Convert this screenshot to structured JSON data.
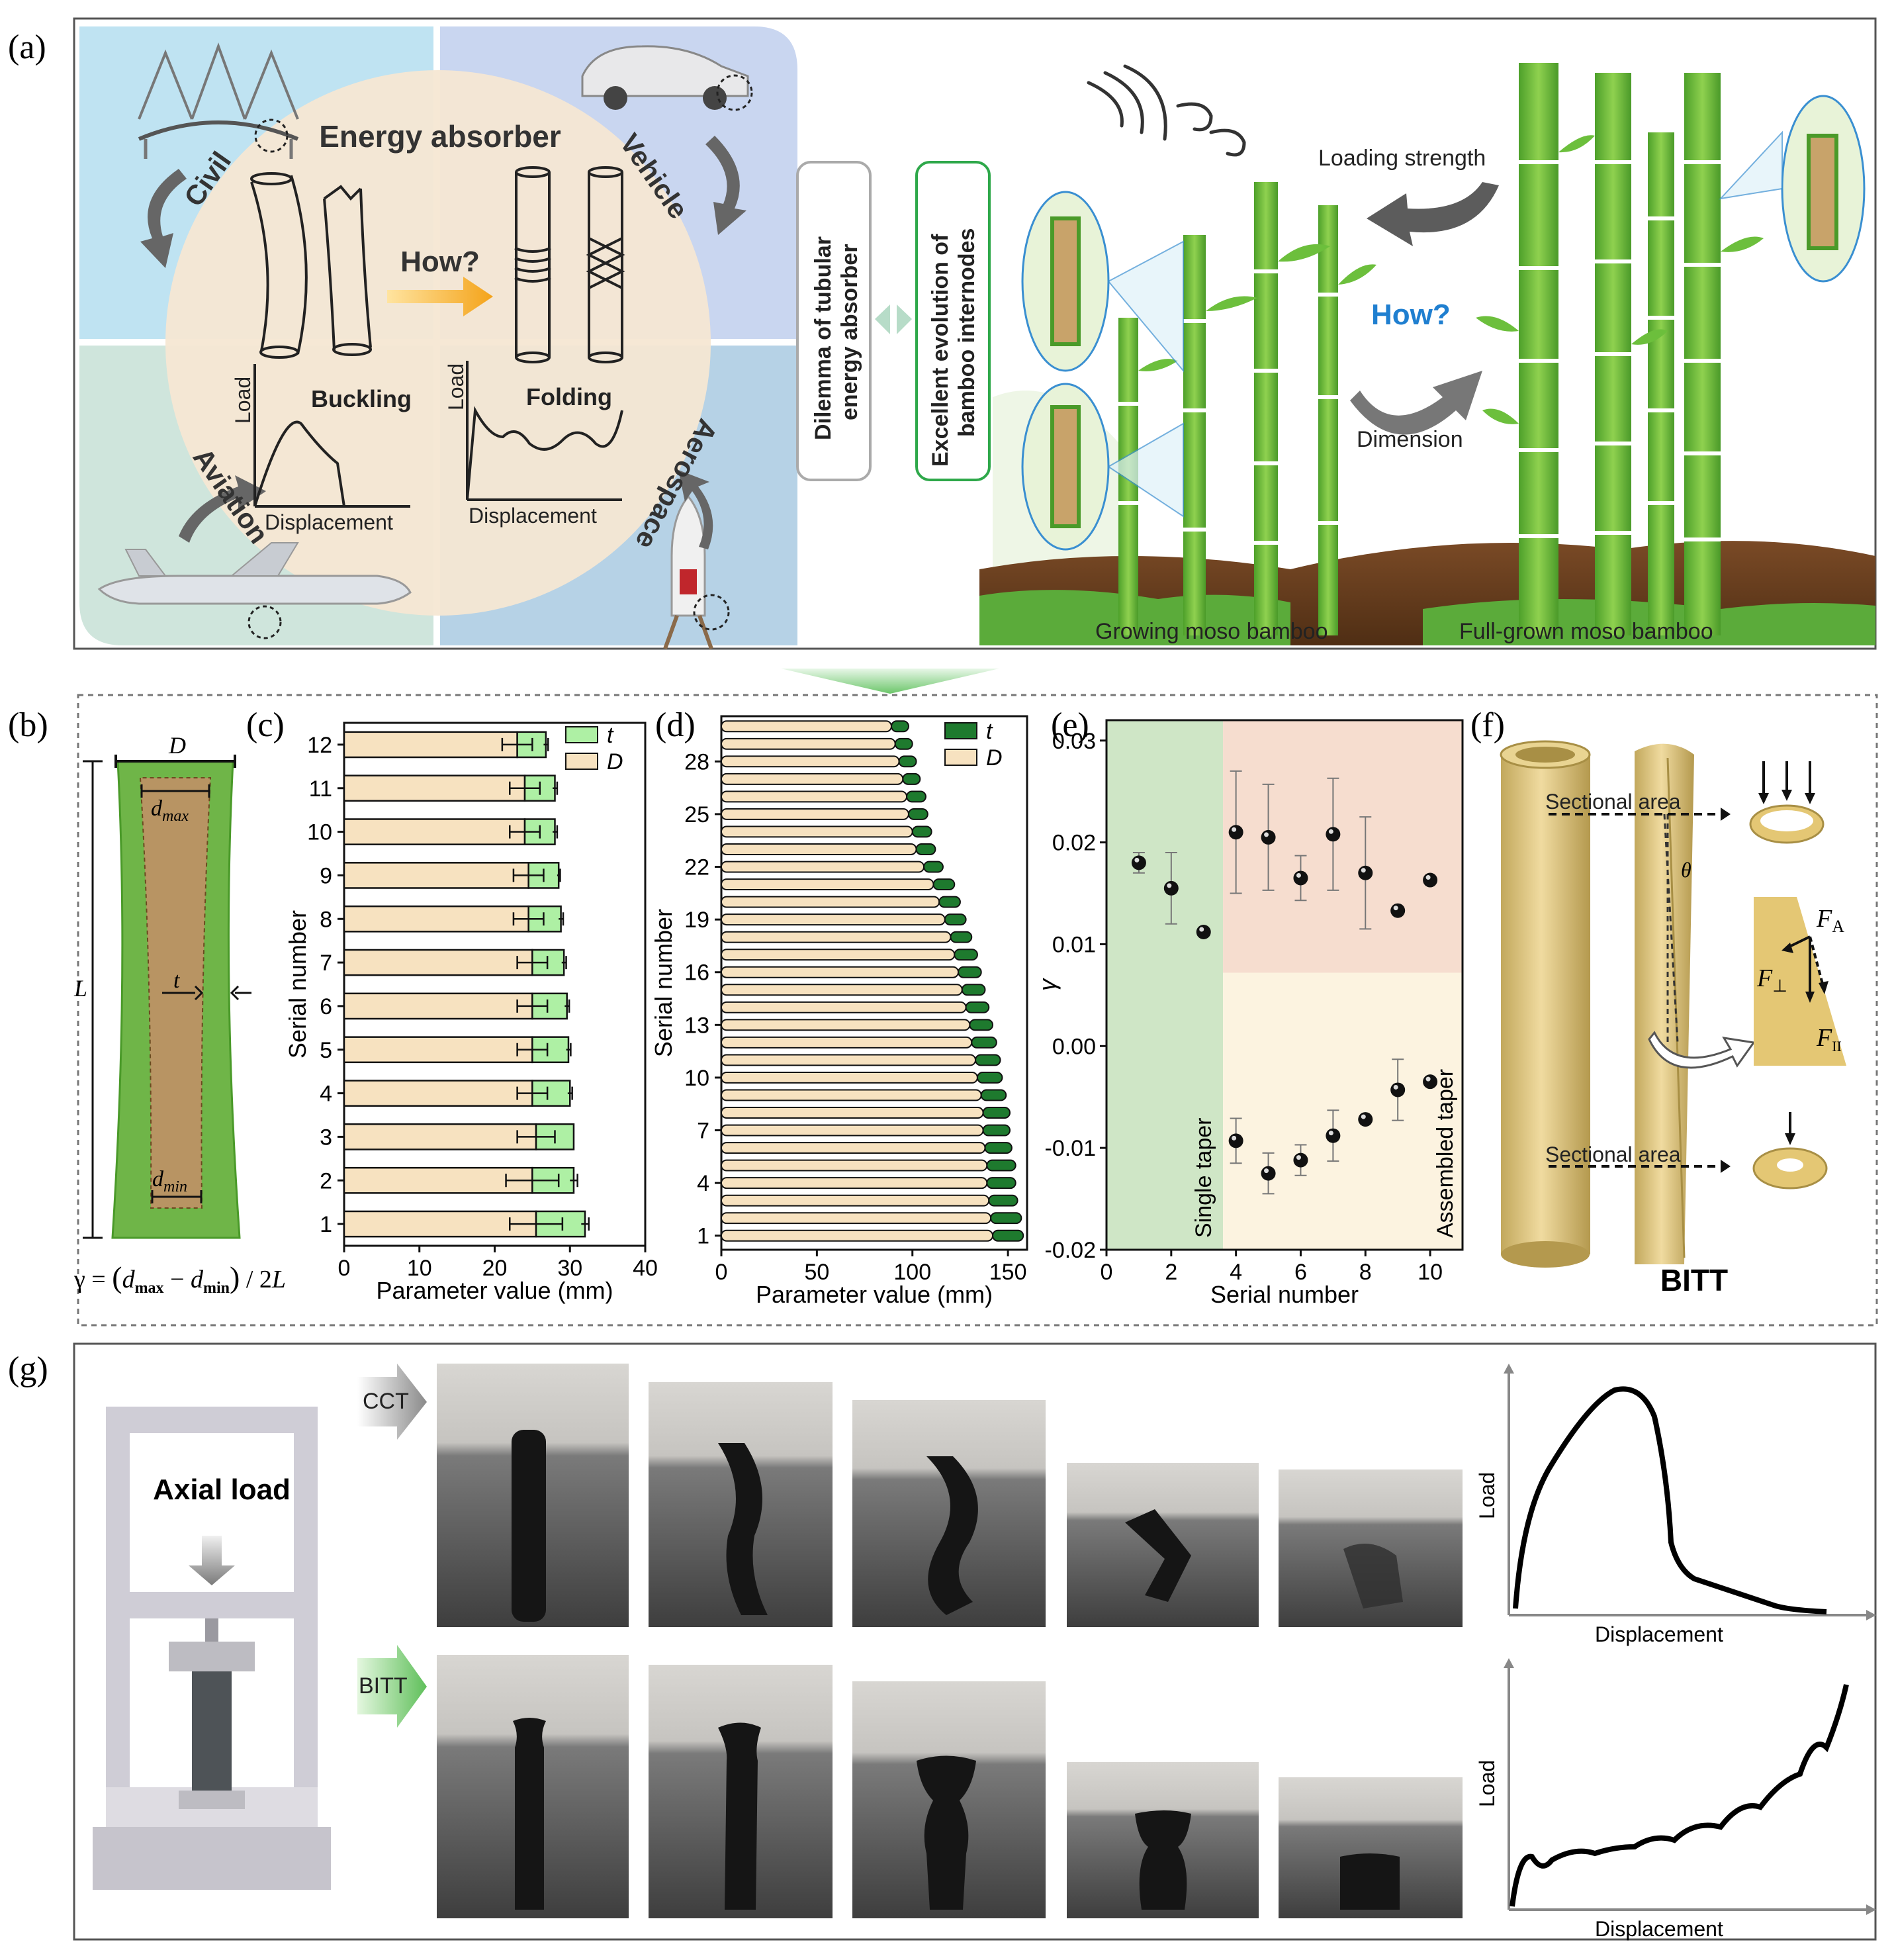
{
  "panel_labels": {
    "a": "(a)",
    "b": "(b)",
    "c": "(c)",
    "d": "(d)",
    "e": "(e)",
    "f": "(f)",
    "g": "(g)"
  },
  "panel_a": {
    "circle_title": "Energy absorber",
    "how_left": "How?",
    "buckling": "Buckling",
    "folding": "Folding",
    "load": "Load",
    "displacement": "Displacement",
    "sectors": {
      "civil": "Civil",
      "vehicle": "Vehicle",
      "aviation": "Aviation",
      "aerospace": "Aerospace"
    },
    "box_dilemma": [
      "Dilemma of tubular",
      "energy absorber"
    ],
    "box_excellent": [
      "Excellent evolution of",
      "bamboo internodes"
    ],
    "loading_strength": "Loading strength",
    "how_right": "How?",
    "dimension": "Dimension",
    "growing": "Growing moso bamboo",
    "fullgrown": "Full-grown moso bamboo"
  },
  "panel_b": {
    "D": "D",
    "dmax": "d",
    "dmax_sub": "max",
    "dmin": "d",
    "dmin_sub": "min",
    "t": "t",
    "L": "L",
    "formula": "γ = (d",
    "formula_parts": [
      "γ = ",
      "(",
      "d",
      "max",
      " − ",
      "d",
      "min",
      ")",
      " / 2",
      "L"
    ]
  },
  "chart_data": [
    {
      "panel": "c",
      "type": "bar",
      "xlabel": "Parameter value (mm)",
      "ylabel": "Serial number",
      "xlim": [
        0,
        40
      ],
      "xticks": [
        0,
        10,
        20,
        30,
        40
      ],
      "categories": [
        1,
        2,
        3,
        4,
        5,
        6,
        7,
        8,
        9,
        10,
        11,
        12
      ],
      "series": [
        {
          "name": "t",
          "values": [
            6.5,
            5.5,
            5.0,
            5.0,
            4.8,
            4.6,
            4.2,
            4.3,
            4.0,
            4.0,
            4.0,
            3.8
          ]
        },
        {
          "name": "D",
          "values": [
            25.5,
            25.0,
            25.5,
            25.0,
            25.0,
            25.0,
            25.0,
            24.5,
            24.5,
            24.0,
            24.0,
            23.0
          ]
        }
      ],
      "errors": {
        "D": [
          3.5,
          3.5,
          2.5,
          2.0,
          2.0,
          2.0,
          2.0,
          2.0,
          2.0,
          2.0,
          2.0,
          2.0
        ],
        "total": [
          0.5,
          0.5,
          0,
          0.3,
          0.3,
          0.3,
          0.3,
          0.3,
          0.2,
          0.3,
          0.3,
          0.3
        ]
      },
      "legend": [
        "t",
        "D"
      ],
      "legend_position": "top-right"
    },
    {
      "panel": "d",
      "type": "bar",
      "xlabel": "Parameter value (mm)",
      "ylabel": "Serial number",
      "xlim": [
        0,
        160
      ],
      "xticks": [
        0,
        50,
        100,
        150
      ],
      "yticklabels": [
        1,
        4,
        7,
        10,
        13,
        16,
        19,
        22,
        25,
        28
      ],
      "n_bars": 30,
      "series": [
        {
          "name": "t",
          "values": [
            16,
            16,
            15,
            15,
            15,
            14,
            14,
            14,
            13,
            13,
            13,
            13,
            12,
            12,
            12,
            12,
            12,
            11,
            11,
            11,
            11,
            10,
            10,
            10,
            10,
            10,
            9,
            9,
            9,
            9
          ]
        },
        {
          "name": "D",
          "values": [
            142,
            141,
            140,
            139,
            139,
            138,
            137,
            137,
            136,
            134,
            133,
            131,
            130,
            128,
            126,
            124,
            122,
            120,
            117,
            114,
            111,
            106,
            102,
            100,
            98,
            97,
            95,
            93,
            91,
            89
          ]
        }
      ],
      "legend": [
        "t",
        "D"
      ],
      "legend_position": "top-right"
    },
    {
      "panel": "e",
      "type": "scatter",
      "xlabel": "Serial number",
      "ylabel": "γ",
      "xlim": [
        0,
        11
      ],
      "ylim": [
        -0.02,
        0.032
      ],
      "xticks": [
        0,
        2,
        4,
        6,
        8,
        10
      ],
      "yticks": [
        0.03,
        0.02,
        0.01,
        0.0,
        -0.01,
        -0.02
      ],
      "yticklabels": [
        "0.03",
        "0.02",
        "0.01",
        "0.00",
        "-0.01",
        "-0.02"
      ],
      "series": [
        {
          "name": "single",
          "x": [
            1,
            2,
            3
          ],
          "y": [
            0.018,
            0.0155,
            0.0112
          ],
          "err": [
            0.001,
            0.0035,
            0
          ]
        },
        {
          "name": "assembled_upper",
          "x": [
            4,
            5,
            6,
            7,
            8,
            9,
            10
          ],
          "y": [
            0.021,
            0.0205,
            0.0165,
            0.0208,
            0.017,
            0.0133,
            0.0163
          ],
          "err": [
            0.006,
            0.0052,
            0.0022,
            0.0055,
            0.0055,
            0,
            0
          ]
        },
        {
          "name": "assembled_lower",
          "x": [
            4,
            5,
            6,
            7,
            8,
            9,
            10
          ],
          "y": [
            -0.0093,
            -0.0125,
            -0.0112,
            -0.0088,
            -0.0072,
            -0.0043,
            -0.0035
          ],
          "err": [
            0.0022,
            0.002,
            0.0015,
            0.0025,
            0,
            0.003,
            0
          ]
        }
      ],
      "region_labels": [
        "Single taper",
        "Assembled taper"
      ]
    }
  ],
  "panel_f": {
    "sectional_area_top": "Sectional area",
    "sectional_area_bottom": "Sectional area",
    "theta": "θ",
    "FA": "F",
    "FA_sub": "A",
    "Fperp": "F",
    "Fperp_sub": "⊥",
    "Fpar": "F",
    "Fpar_sub": "II",
    "bitt": "BITT"
  },
  "panel_g": {
    "axial_load": "Axial load",
    "cct": "CCT",
    "bitt": "BITT",
    "load": "Load",
    "displacement": "Displacement"
  },
  "colors": {
    "bamboo_green": "#7ac143",
    "dark_green": "#1e7a2e",
    "beige": "#f7e2c0",
    "light_green_bar": "#aef0a4",
    "tube_gold": "#d9c27a",
    "sky_blue": "#bfe3f2",
    "lavender": "#c9d6f0",
    "peach": "#f6ddcf"
  }
}
